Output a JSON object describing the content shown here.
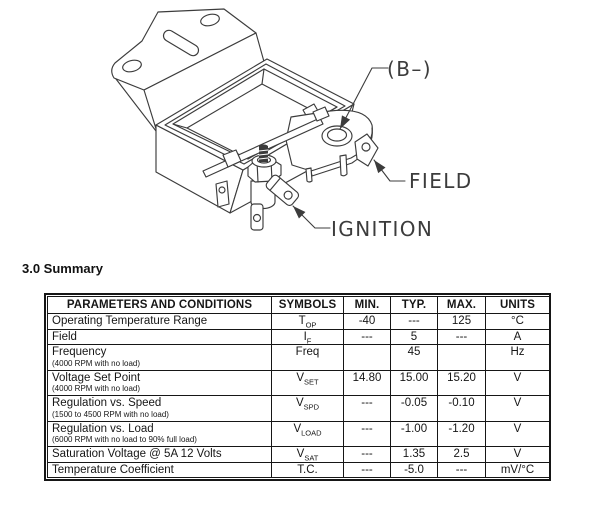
{
  "drawing": {
    "labels": {
      "b_minus": "(B–)",
      "field": "FIELD",
      "ignition": "IGNITION"
    }
  },
  "heading": "3.0 Summary",
  "table": {
    "headers": [
      "PARAMETERS AND CONDITIONS",
      "SYMBOLS",
      "MIN.",
      "TYP.",
      "MAX.",
      "UNITS"
    ],
    "rows": [
      {
        "parameter": "Operating Temperature Range",
        "condition": "",
        "symbol": {
          "base": "T",
          "sub": "OP"
        },
        "min": "-40",
        "typ": "---",
        "max": "125",
        "units": "°C"
      },
      {
        "parameter": "Field",
        "condition": "",
        "symbol": {
          "base": "I",
          "sub": "F"
        },
        "min": "---",
        "typ": "5",
        "max": "---",
        "units": "A"
      },
      {
        "parameter": "Frequency",
        "condition": "(4000 RPM with no load)",
        "symbol": {
          "base": "Freq",
          "sub": ""
        },
        "min": "",
        "typ": "45",
        "max": "",
        "units": "Hz"
      },
      {
        "parameter": "Voltage Set Point",
        "condition": "(4000 RPM with no load)",
        "symbol": {
          "base": "V",
          "sub": "SET"
        },
        "min": "14.80",
        "typ": "15.00",
        "max": "15.20",
        "units": "V"
      },
      {
        "parameter": "Regulation vs. Speed",
        "condition": "(1500 to 4500 RPM with no load)",
        "symbol": {
          "base": "V",
          "sub": "SPD"
        },
        "min": "---",
        "typ": "-0.05",
        "max": "-0.10",
        "units": "V"
      },
      {
        "parameter": "Regulation vs. Load",
        "condition": "(6000 RPM with no load to 90% full load)",
        "symbol": {
          "base": "V",
          "sub": "LOAD"
        },
        "min": "---",
        "typ": "-1.00",
        "max": "-1.20",
        "units": "V"
      },
      {
        "parameter": "Saturation Voltage @ 5A 12 Volts",
        "condition": "",
        "symbol": {
          "base": "V",
          "sub": "SAT"
        },
        "min": "---",
        "typ": "1.35",
        "max": "2.5",
        "units": "V"
      },
      {
        "parameter": "Temperature Coefficient",
        "condition": "",
        "symbol": {
          "base": "T.C.",
          "sub": ""
        },
        "min": "---",
        "typ": "-5.0",
        "max": "---",
        "units": "mV/°C"
      }
    ]
  },
  "colors": {
    "line": "#3c3c3c",
    "text": "#161616",
    "table_border": "#161616",
    "background": "#ffffff"
  }
}
